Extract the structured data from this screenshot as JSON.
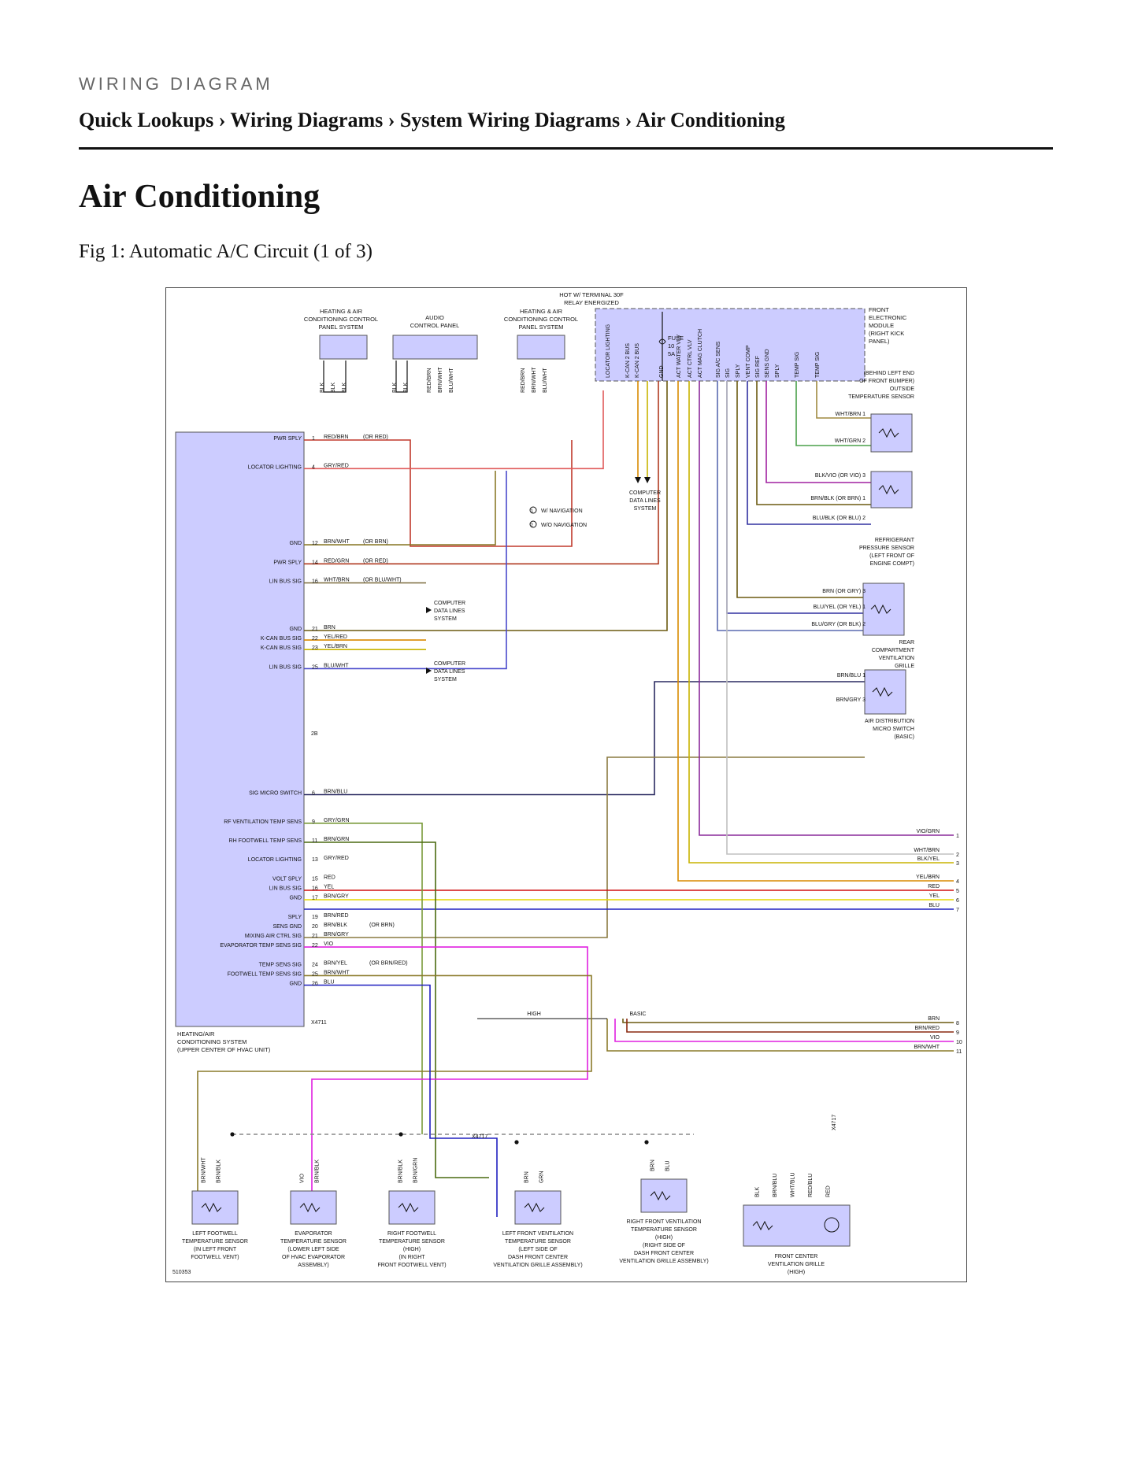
{
  "header": {
    "kicker": "WIRING DIAGRAM",
    "breadcrumb": "Quick Lookups › Wiring Diagrams › System Wiring Diagrams › Air Conditioning"
  },
  "page": {
    "title": "Air Conditioning",
    "figure_caption": "Fig 1: Automatic A/C Circuit (1 of 3)"
  },
  "diagram": {
    "ref": "510353",
    "hot_label": [
      "HOT W/ TERMINAL 30F",
      "RELAY ENERGIZED"
    ],
    "fuse": [
      "FUSE",
      "10",
      "5A"
    ],
    "front_module": [
      "FRONT",
      "ELECTRONIC",
      "MODULE",
      "(RIGHT KICK",
      "PANEL)"
    ],
    "top_components": [
      {
        "name": [
          "HEATING & AIR",
          "CONDITIONING CONTROL",
          "PANEL SYSTEM"
        ]
      },
      {
        "name": [
          "AUDIO",
          "CONTROL PANEL"
        ]
      },
      {
        "name": [
          "HEATING & AIR",
          "CONDITIONING CONTROL",
          "PANEL SYSTEM"
        ]
      }
    ],
    "fem_signals": [
      "LOCATOR LIGHTING",
      "K-CAN 2 BUS",
      "K-CAN 2 BUS",
      "GND",
      "ACT WATER VLV",
      "ACT CTRL VLV",
      "ACT MAG CLUTCH",
      "SIG A/C SENS",
      "SIG",
      "SPLY",
      "VENT COMP",
      "SIG REF",
      "SENS GND",
      "SPLY",
      "TEMP SIG",
      "TEMP SIG"
    ],
    "hvac_unit_label": [
      "HEATING/AIR",
      "CONDITIONING SYSTEM",
      "(UPPER CENTER OF HVAC UNIT)"
    ],
    "hvac_pins_upper": [
      {
        "n": "1",
        "fn": "PWR SPLY",
        "wire": "RED/BRN",
        "alt": "(OR RED)",
        "color": "#c0392b"
      },
      {
        "n": "4",
        "fn": "LOCATOR LIGHTING",
        "wire": "GRY/RED",
        "alt": "",
        "color": "#e05a5a"
      },
      {
        "n": "12",
        "fn": "GND",
        "wire": "BRN/WHT",
        "alt": "(OR BRN)",
        "color": "#8a7a2a"
      },
      {
        "n": "14",
        "fn": "PWR SPLY",
        "wire": "RED/GRN",
        "alt": "(OR RED)",
        "color": "#b03a20"
      },
      {
        "n": "16",
        "fn": "LIN BUS SIG",
        "wire": "WHT/BRN",
        "alt": "(OR BLU/WHT)",
        "color": "#7a6a3a"
      },
      {
        "n": "21",
        "fn": "GND",
        "wire": "BRN",
        "alt": "",
        "color": "#6b5a10"
      },
      {
        "n": "22",
        "fn": "K-CAN BUS SIG",
        "wire": "YEL/RED",
        "alt": "",
        "color": "#d98a00"
      },
      {
        "n": "23",
        "fn": "K-CAN BUS SIG",
        "wire": "YEL/BRN",
        "alt": "",
        "color": "#c8b400"
      },
      {
        "n": "25",
        "fn": "LIN BUS SIG",
        "wire": "BLU/WHT",
        "alt": "",
        "color": "#4a4acc"
      }
    ],
    "hvac_pins_lower": [
      {
        "n": "6",
        "fn": "SIG MICRO SWITCH",
        "wire": "BRN/BLU",
        "alt": "",
        "color": "#2a2a60"
      },
      {
        "n": "9",
        "fn": "RF VENTILATION TEMP SENS",
        "wire": "GRY/GRN",
        "alt": "",
        "color": "#7a9a3a"
      },
      {
        "n": "11",
        "fn": "RH FOOTWELL TEMP SENS",
        "wire": "BRN/GRN",
        "alt": "",
        "color": "#4a6a10"
      },
      {
        "n": "13",
        "fn": "LOCATOR LIGHTING",
        "wire": "GRY/RED",
        "alt": "",
        "color": "#e05a5a"
      },
      {
        "n": "15",
        "fn": "VOLT SPLY",
        "wire": "RED",
        "alt": "",
        "color": "#d01010"
      },
      {
        "n": "16",
        "fn": "LIN BUS SIG",
        "wire": "YEL",
        "alt": "",
        "color": "#e6d800"
      },
      {
        "n": "17",
        "fn": "GND",
        "wire": "BRN/GRY",
        "alt": "",
        "color": "#8a7a5a"
      },
      {
        "n": "19",
        "fn": "SPLY",
        "wire": "BRN/RED",
        "alt": "",
        "color": "#8a2a10"
      },
      {
        "n": "20",
        "fn": "SENS GND",
        "wire": "BRN/BLK",
        "alt": "(OR BRN)",
        "color": "#4a3a10"
      },
      {
        "n": "21",
        "fn": "MIXING AIR CTRL SIG",
        "wire": "BRN/GRY",
        "alt": "",
        "color": "#8a7a5a"
      },
      {
        "n": "22",
        "fn": "EVAPORATOR TEMP SENS SIG",
        "wire": "VIO",
        "alt": "",
        "color": "#e020e0"
      },
      {
        "n": "24",
        "fn": "TEMP SENS SIG",
        "wire": "BRN/YEL",
        "alt": "(OR BRN/RED)",
        "color": "#a89a10"
      },
      {
        "n": "25",
        "fn": "FOOTWELL TEMP SENS SIG",
        "wire": "BRN/WHT",
        "alt": "",
        "color": "#8a7a2a"
      },
      {
        "n": "26",
        "fn": "GND",
        "wire": "BLU",
        "alt": "",
        "color": "#2020c0"
      }
    ],
    "connector_ids": [
      "2B",
      "X4711",
      "X4717",
      "X4717"
    ],
    "legend": [
      "W/ NAVIGATION",
      "W/O NAVIGATION"
    ],
    "computer_data_lines": [
      "COMPUTER",
      "DATA LINES",
      "SYSTEM"
    ],
    "right_sensors": [
      {
        "name": [
          "(BEHIND LEFT END",
          "OF FRONT BUMPER)",
          "OUTSIDE",
          "TEMPERATURE SENSOR"
        ],
        "wires": [
          "WHT/BRN 1",
          "WHT/GRN 2"
        ]
      },
      {
        "name": [
          "REFRIGERANT",
          "PRESSURE SENSOR",
          "(LEFT FRONT OF",
          "ENGINE COMPT)"
        ],
        "wires": [
          "BLK/VIO (OR VIO) 3",
          "BRN/BLK (OR BRN) 1",
          "BLU/BLK (OR BLU) 2"
        ]
      },
      {
        "name": [
          "REAR",
          "COMPARTMENT",
          "VENTILATION",
          "GRILLE"
        ],
        "wires": [
          "BRN (OR GRY) 3",
          "BLU/YEL (OR YEL) 1",
          "BLU/GRY (OR BLK) 2"
        ]
      },
      {
        "name": [
          "AIR DISTRIBUTION",
          "MICRO SWITCH",
          "(BASIC)"
        ],
        "wires": [
          "BRN/BLU 1",
          "BRN/GRY 3"
        ]
      }
    ],
    "right_exits": [
      {
        "wire": "VIO/GRN",
        "n": "1"
      },
      {
        "wire": "WHT/BRN",
        "n": "2"
      },
      {
        "wire": "BLK/YEL",
        "n": "3"
      },
      {
        "wire": "YEL/BRN",
        "n": "4"
      },
      {
        "wire": "RED",
        "n": "5"
      },
      {
        "wire": "YEL",
        "n": "6"
      },
      {
        "wire": "BLU",
        "n": "7"
      },
      {
        "wire": "BRN",
        "n": "8"
      },
      {
        "wire": "BRN/RED",
        "n": "9"
      },
      {
        "wire": "VIO",
        "n": "10"
      },
      {
        "wire": "BRN/WHT",
        "n": "11"
      }
    ],
    "mid_labels": [
      "HIGH",
      "BASIC"
    ],
    "bottom_sensors": [
      {
        "name": [
          "LEFT FOOTWELL",
          "TEMPERATURE SENSOR",
          "(IN LEFT FRONT",
          "FOOTWELL VENT)"
        ],
        "wires": [
          "BRN/WHT",
          "BRN/BLK"
        ]
      },
      {
        "name": [
          "EVAPORATOR",
          "TEMPERATURE SENSOR",
          "(LOWER LEFT SIDE",
          "OF HVAC EVAPORATOR",
          "ASSEMBLY)"
        ],
        "wires": [
          "VIO",
          "BRN/BLK"
        ]
      },
      {
        "name": [
          "RIGHT FOOTWELL",
          "TEMPERATURE SENSOR",
          "(HIGH)",
          "(IN RIGHT",
          "FRONT FOOTWELL VENT)"
        ],
        "wires": [
          "BRN/BLK",
          "BRN/GRN"
        ]
      },
      {
        "name": [
          "LEFT FRONT VENTILATION",
          "TEMPERATURE SENSOR",
          "(LEFT SIDE OF",
          "DASH FRONT CENTER",
          "VENTILATION GRILLE ASSEMBLY)"
        ],
        "wires": [
          "BRN",
          "GRN"
        ]
      },
      {
        "name": [
          "RIGHT FRONT VENTILATION",
          "TEMPERATURE SENSOR",
          "(HIGH)",
          "(RIGHT SIDE OF",
          "DASH FRONT CENTER",
          "VENTILATION GRILLE ASSEMBLY)"
        ],
        "wires": [
          "BRN",
          "BLU"
        ]
      },
      {
        "name": [
          "FRONT CENTER",
          "VENTILATION GRILLE",
          "(HIGH)"
        ],
        "wires": [
          "BLK",
          "BRN/BLU",
          "WHT/BLU",
          "RED/BLU",
          "RED"
        ]
      }
    ]
  }
}
